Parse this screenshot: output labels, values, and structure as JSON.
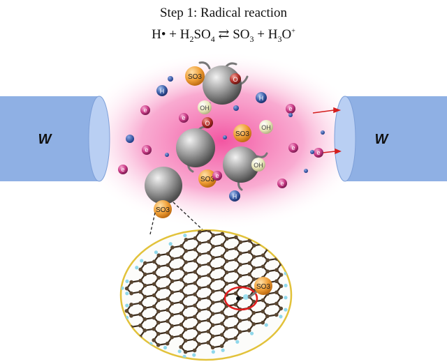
{
  "title": "Step 1: Radical reaction",
  "equation": {
    "h_radical": "H•",
    "plus1": "+",
    "reactant_base": "H",
    "reactant_sub1": "2",
    "reactant_mid": "SO",
    "reactant_sub2": "4",
    "arrow": "⇄",
    "product1_base": "SO",
    "product1_sub": "3",
    "plus2": "+",
    "product2_base": "H",
    "product2_sub": "3",
    "product2_mid": "O",
    "product2_sup": "+"
  },
  "electrodes": {
    "left_label": "W",
    "right_label": "W"
  },
  "species": {
    "so3": "SO3",
    "oh": "OH",
    "h": "H",
    "o": "O",
    "e": "e"
  },
  "colors": {
    "electrode": "#8fb0e4",
    "plasma": "#f47fb6",
    "electron": "#c93a86",
    "hydrogen": "#3d5fa8",
    "oxygen": "#b5322c",
    "so3": "#f0a038",
    "hydroxyl": "#e8e6b8",
    "lens_border": "#e2c23a",
    "highlight": "#e01e1e"
  }
}
